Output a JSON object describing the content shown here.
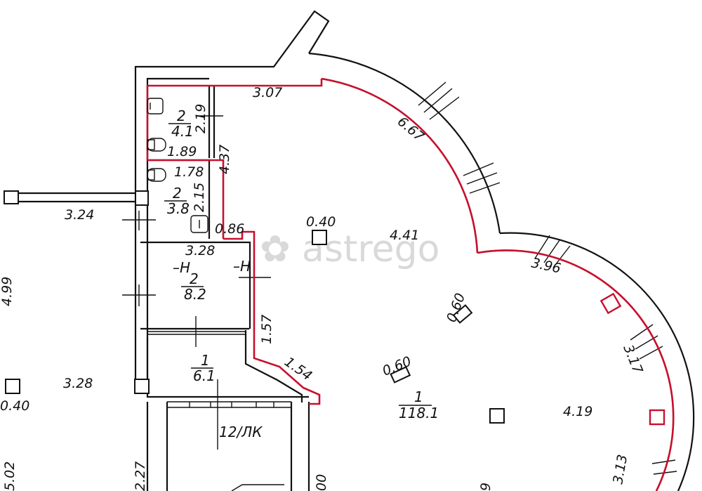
{
  "watermark": "astrego",
  "rooms": [
    {
      "id": "wc-1",
      "number": "2",
      "area": "4.1"
    },
    {
      "id": "wc-2",
      "number": "2",
      "area": "3.8"
    },
    {
      "id": "corridor",
      "number": "2",
      "area": "8.2"
    },
    {
      "id": "vestibule",
      "number": "1",
      "area": "6.1"
    },
    {
      "id": "main-hall",
      "number": "1",
      "area": "118.1"
    }
  ],
  "labels": {
    "stair": "12/ЛК",
    "h_left": "–Н",
    "h_right": "–Н"
  },
  "dimensions": [
    {
      "id": "d-3-07",
      "text": "3.07"
    },
    {
      "id": "d-6-67",
      "text": "6.67"
    },
    {
      "id": "d-2-19",
      "text": "2.19"
    },
    {
      "id": "d-4-37",
      "text": "4.37"
    },
    {
      "id": "d-1-89",
      "text": "1.89"
    },
    {
      "id": "d-1-78",
      "text": "1.78"
    },
    {
      "id": "d-2-15",
      "text": "2.15"
    },
    {
      "id": "d-3-24",
      "text": "3.24"
    },
    {
      "id": "d-0-86",
      "text": "0.86"
    },
    {
      "id": "d-0-40a",
      "text": "0.40"
    },
    {
      "id": "d-4-41",
      "text": "4.41"
    },
    {
      "id": "d-3-28a",
      "text": "3.28"
    },
    {
      "id": "d-3-96",
      "text": "3.96"
    },
    {
      "id": "d-4-99",
      "text": "4.99"
    },
    {
      "id": "d-0-60a",
      "text": "0.60"
    },
    {
      "id": "d-1-57",
      "text": "1.57"
    },
    {
      "id": "d-3-17",
      "text": "3.17"
    },
    {
      "id": "d-1-54",
      "text": "1.54"
    },
    {
      "id": "d-0-60b",
      "text": "0.60"
    },
    {
      "id": "d-3-28b",
      "text": "3.28"
    },
    {
      "id": "d-0-40b",
      "text": "0.40"
    },
    {
      "id": "d-4-19",
      "text": "4.19"
    },
    {
      "id": "d-3-13",
      "text": "3.13"
    },
    {
      "id": "d-5-02",
      "text": "5.02"
    },
    {
      "id": "d-2-27",
      "text": "2.27"
    },
    {
      "id": "d-00",
      "text": "00"
    },
    {
      "id": "d-9",
      "text": "9"
    }
  ]
}
